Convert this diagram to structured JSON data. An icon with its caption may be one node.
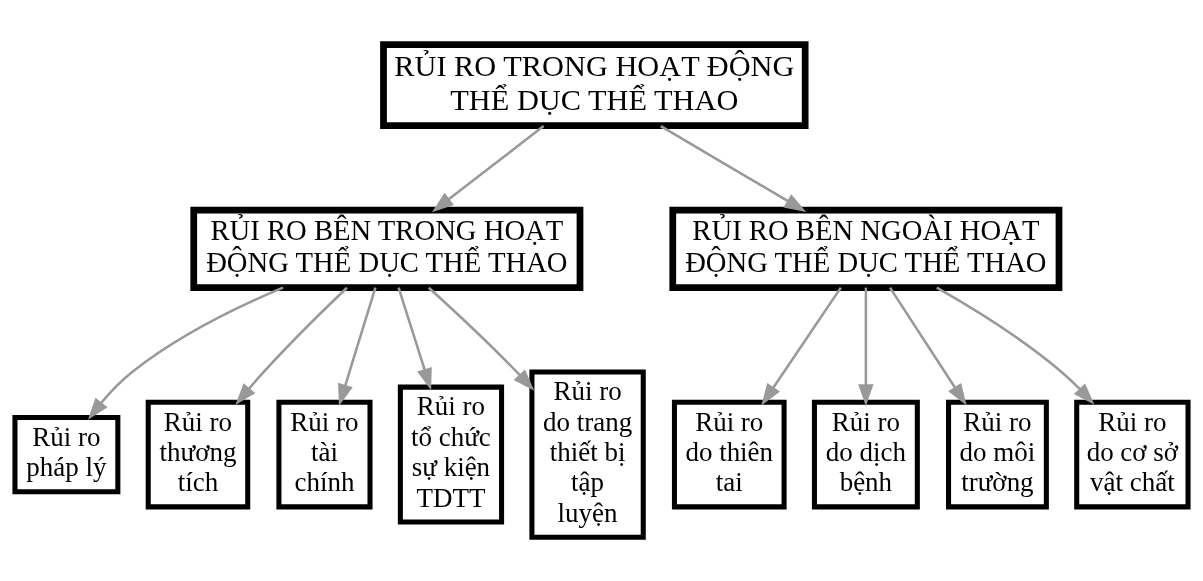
{
  "diagram": {
    "nodes": [
      {
        "text": [
          "RỦI RO TRONG HOẠT ĐỘNG THỂ DỤC THỂ THAO"
        ]
      },
      {
        "text": [
          "RỦI RO BÊN TRONG HOẠT ĐỘNG THỂ DỤC THỂ THAO"
        ]
      },
      {
        "text": [
          "RỦI RO BÊN NGOÀI HOẠT ĐỘNG THỂ DỤC THỂ THAO"
        ]
      },
      {
        "text": [
          "Rủi ro pháp lý"
        ]
      },
      {
        "text": [
          "Rủi ro thương tích"
        ]
      },
      {
        "text": [
          "Rủi ro tài chính"
        ]
      },
      {
        "text": [
          "Rủi ro tổ chức sự kiện TDTT"
        ]
      },
      {
        "text": [
          "Rủi ro do trang thiết bị tập luyện"
        ]
      },
      {
        "text": [
          "Rủi ro do thiên tai"
        ]
      },
      {
        "text": [
          "Rủi ro do dịch bệnh"
        ]
      },
      {
        "text": [
          "Rủi ro do môi trường"
        ]
      },
      {
        "text": [
          "Rủi ro do cơ sở vật chất"
        ]
      }
    ],
    "edges": [
      {
        "from": 0,
        "to": 1,
        "arrow": "to"
      },
      {
        "from": 0,
        "to": 2,
        "arrow": "to"
      },
      {
        "from": 1,
        "to": 3,
        "arrow": "to"
      },
      {
        "from": 1,
        "to": 4,
        "arrow": "to"
      },
      {
        "from": 1,
        "to": 5,
        "arrow": "to"
      },
      {
        "from": 1,
        "to": 6,
        "arrow": "to"
      },
      {
        "from": 1,
        "to": 7,
        "arrow": "to"
      },
      {
        "from": 2,
        "to": 8,
        "arrow": "to"
      },
      {
        "from": 2,
        "to": 9,
        "arrow": "to"
      },
      {
        "from": 2,
        "to": 10,
        "arrow": "to"
      },
      {
        "from": 2,
        "to": 11,
        "arrow": "to"
      }
    ]
  }
}
